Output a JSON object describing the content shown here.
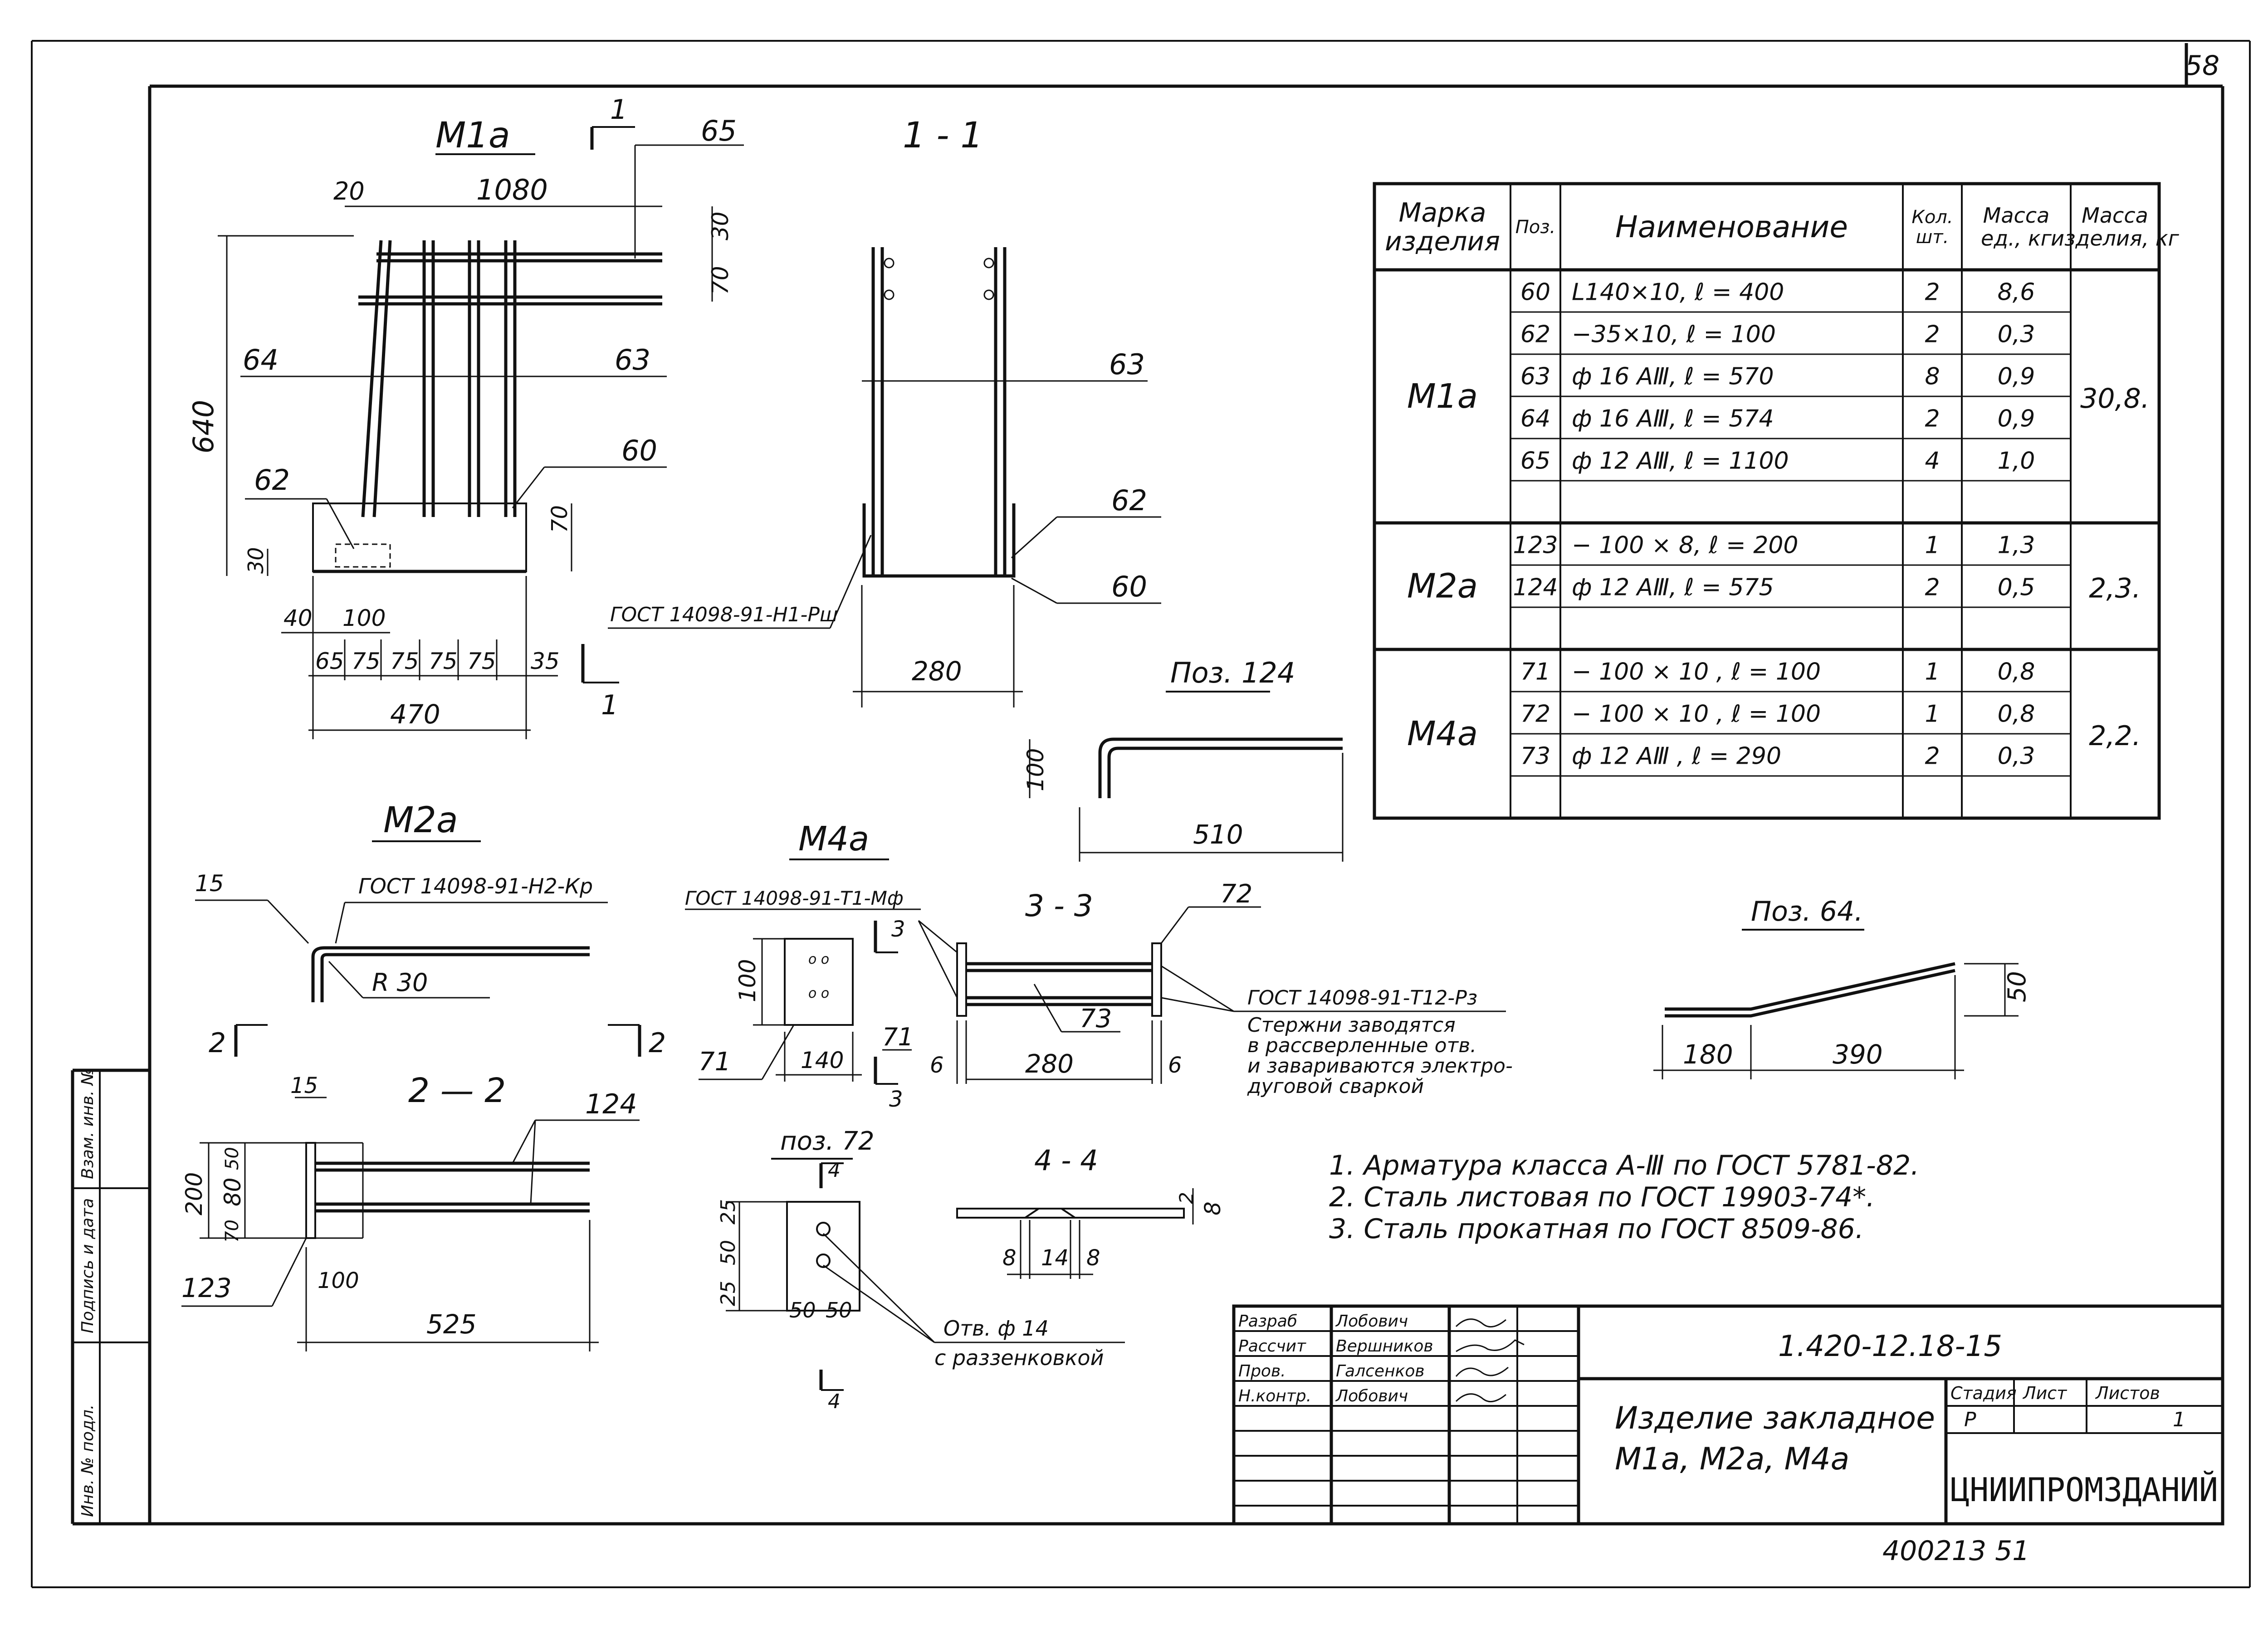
{
  "sheet_number": "58",
  "drawings": {
    "m1a": {
      "title": "М1а",
      "section_mark": "1",
      "dims": {
        "d20": "20",
        "d1080": "1080",
        "d65": "65",
        "d30": "30",
        "d70": "70",
        "d640": "640",
        "d70b": "70",
        "d30b": "30",
        "d40": "40",
        "d100": "100",
        "d65b": "65",
        "d75a": "75",
        "d75b": "75",
        "d75c": "75",
        "d75d": "75",
        "d35": "35",
        "d470": "470"
      },
      "pos": {
        "p64": "64",
        "p63": "63",
        "p62": "62",
        "p60": "60",
        "p65": "65"
      }
    },
    "sec11": {
      "title": "1 - 1",
      "dim280": "280",
      "pos": {
        "p63": "63",
        "p62": "62",
        "p60": "60"
      },
      "weld": "ГОСТ 14098-91-Н1-Рш"
    },
    "poz124": {
      "title": "Поз. 124",
      "d100": "100",
      "d510": "510"
    },
    "m2a": {
      "title": "М2а",
      "d15": "15",
      "weld": "ГОСТ 14098-91-Н2-Кр",
      "radius": "R 30",
      "sec_mark": "2"
    },
    "sec22": {
      "title": "2 — 2",
      "d15": "15",
      "d200": "200",
      "d80": "80",
      "d50": "50",
      "d70": "70",
      "d100": "100",
      "d525": "525",
      "pos": {
        "p124": "124",
        "p123": "123"
      }
    },
    "m4a": {
      "title": "М4а",
      "weld": "ГОСТ 14098-91-Т1-Мф",
      "d100": "100",
      "d140": "140",
      "pos71": "71",
      "sec_mark": "3",
      "sec_mark_b": "3"
    },
    "sec33": {
      "title": "3 - 3",
      "pos71": "71",
      "pos72": "72",
      "pos73": "73",
      "d6a": "6",
      "d6b": "6",
      "d280": "280",
      "weld": "ГОСТ 14098-91-Т12-Рз",
      "note1": "Стержни заводятся",
      "note2": "в рассверленные отв.",
      "note3": "и завариваются электро-",
      "note4": "дуговой сваркой"
    },
    "poz72": {
      "title": "поз. 72",
      "sec_mark": "4",
      "sec_mark_b": "4",
      "d25a": "25",
      "d50a": "50",
      "d25b": "25",
      "d50b": "50",
      "d50c": "50",
      "hole1": "Отв. ф 14",
      "hole2": "с раззенковкой"
    },
    "sec44": {
      "title": "4 - 4",
      "d8a": "8",
      "d14": "14",
      "d8b": "8",
      "d2": "2",
      "d8c": "8"
    },
    "poz64": {
      "title": "Поз. 64.",
      "d180": "180",
      "d390": "390",
      "d50": "50"
    }
  },
  "spec_table": {
    "headers": [
      "Марка изделия",
      "Поз.",
      "Наименование",
      "Кол. шт.",
      "Масса ед., кг",
      "Масса изделия, кг"
    ],
    "groups": [
      {
        "mark": "М1а",
        "total": "30,8.",
        "rows": [
          {
            "pos": "60",
            "name": "L140×10,   ℓ = 400",
            "qty": "2",
            "mass": "8,6"
          },
          {
            "pos": "62",
            "name": "−35×10,   ℓ = 100",
            "qty": "2",
            "mass": "0,3"
          },
          {
            "pos": "63",
            "name": "ф 16 AⅢ,   ℓ = 570",
            "qty": "8",
            "mass": "0,9"
          },
          {
            "pos": "64",
            "name": "ф 16 AⅢ,   ℓ = 574",
            "qty": "2",
            "mass": "0,9"
          },
          {
            "pos": "65",
            "name": "ф 12 AⅢ,   ℓ = 1100",
            "qty": "4",
            "mass": "1,0"
          },
          {
            "pos": "",
            "name": "",
            "qty": "",
            "mass": ""
          }
        ]
      },
      {
        "mark": "М2а",
        "total": "2,3.",
        "rows": [
          {
            "pos": "123",
            "name": "− 100 × 8,   ℓ = 200",
            "qty": "1",
            "mass": "1,3"
          },
          {
            "pos": "124",
            "name": "ф 12 AⅢ,   ℓ = 575",
            "qty": "2",
            "mass": "0,5"
          },
          {
            "pos": "",
            "name": "",
            "qty": "",
            "mass": ""
          }
        ]
      },
      {
        "mark": "М4а",
        "total": "2,2.",
        "rows": [
          {
            "pos": "71",
            "name": "− 100 × 10 ,   ℓ = 100",
            "qty": "1",
            "mass": "0,8"
          },
          {
            "pos": "72",
            "name": "− 100 × 10 ,   ℓ = 100",
            "qty": "1",
            "mass": "0,8"
          },
          {
            "pos": "73",
            "name": "ф 12 AⅢ ,   ℓ = 290",
            "qty": "2",
            "mass": "0,3"
          },
          {
            "pos": "",
            "name": "",
            "qty": "",
            "mass": ""
          }
        ]
      }
    ]
  },
  "notes": [
    "1. Арматура  класса  А-Ⅲ  по  ГОСТ 5781-82.",
    "2. Сталь  листовая  по  ГОСТ 19903-74*.",
    "3. Сталь  прокатная  по  ГОСТ 8509-86."
  ],
  "title_block": {
    "roles": [
      {
        "role": "Разраб",
        "name": "Лобович"
      },
      {
        "role": "Рассчит",
        "name": "Вершников"
      },
      {
        "role": "Пров.",
        "name": "Галсенков"
      },
      {
        "role": "Н.контр.",
        "name": "Лобович"
      }
    ],
    "code": "1.420-12.18-15",
    "title_line1": "Изделие закладное",
    "title_line2": "М1а, М2а, М4а",
    "stage_label": "Стадия",
    "sheet_label": "Лист",
    "sheets_label": "Листов",
    "stage": "Р",
    "sheets": "1",
    "org": "ЦНИИПРОМЗДАНИЙ"
  },
  "side_stamp": {
    "inv_podl": "Инв. № подл.",
    "podpis": "Подпись и дата",
    "vzam": "Взам. инв. №"
  },
  "footer": "400213   51"
}
